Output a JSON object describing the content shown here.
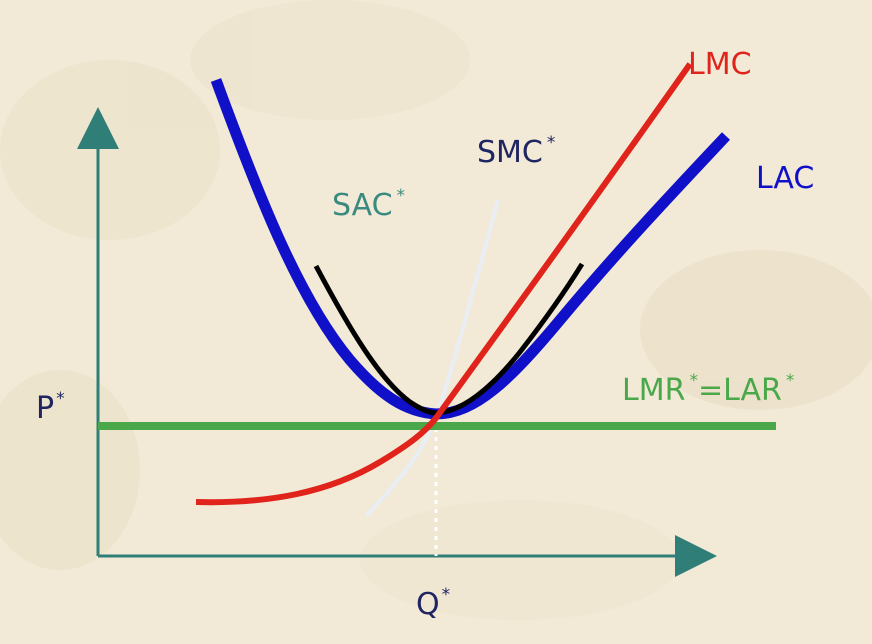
{
  "diagram": {
    "colors": {
      "background": "#f2ead7",
      "axes": "#2f7f78",
      "lac": "#1010c8",
      "lmc": "#e0241c",
      "sac": "#000000",
      "smc": "#e8eef4",
      "lmr_lar": "#4aa84a",
      "label_dark": "#1f2560",
      "label_sac": "#3a8a80"
    },
    "labels": {
      "lmc": {
        "text": "LMC",
        "sup": ""
      },
      "lac": {
        "text": "LAC",
        "sup": ""
      },
      "smc": {
        "text": "SMC",
        "sup": "*"
      },
      "sac": {
        "text": "SAC",
        "sup": "*"
      },
      "lmr_lar": {
        "text": "LMR",
        "sup": "*",
        "text2": "=LAR",
        "sup2": "*"
      },
      "p_star": {
        "text": "P",
        "sup": "*"
      },
      "q_star": {
        "text": "Q",
        "sup": "*"
      }
    }
  }
}
